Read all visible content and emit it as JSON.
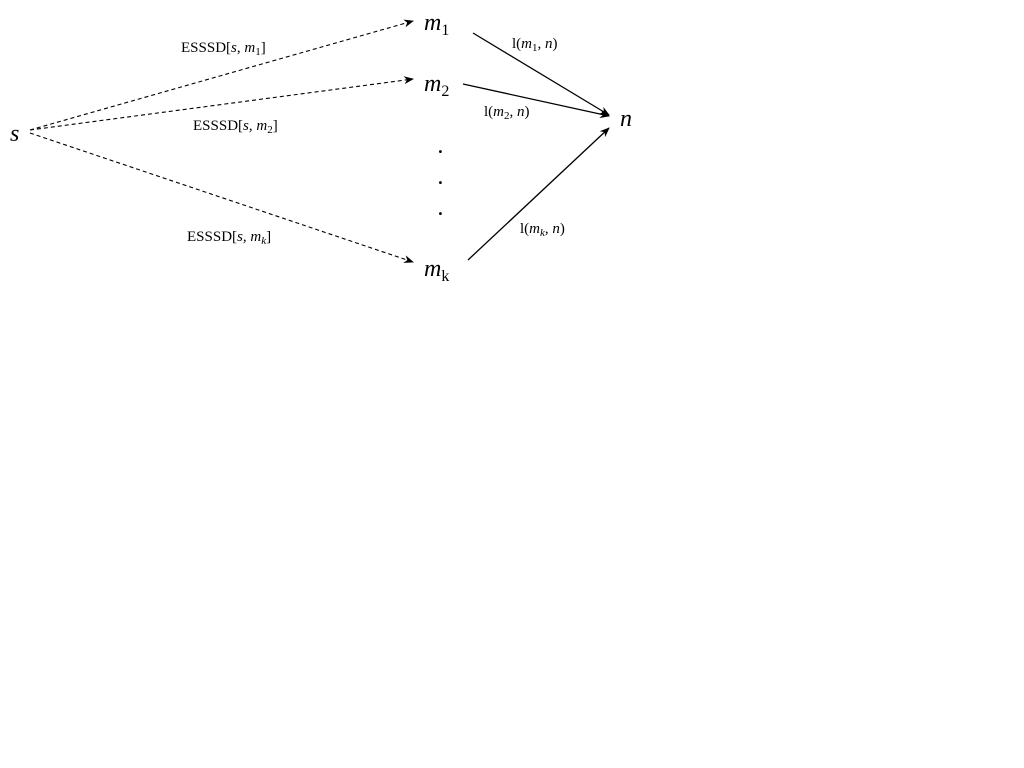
{
  "nodes": {
    "source": {
      "main": "s"
    },
    "m1": {
      "main": "m",
      "sub": "1"
    },
    "m2": {
      "main": "m",
      "sub": "2"
    },
    "mk": {
      "main": "m",
      "sub": "k"
    },
    "target": {
      "main": "n"
    }
  },
  "edge_labels": {
    "s_m1": {
      "func": "ESSSD[",
      "arg1": "s",
      "sep": ", ",
      "arg2": "m",
      "arg2_sub": "1",
      "close": "]"
    },
    "s_m2": {
      "func": "ESSSD[",
      "arg1": "s",
      "sep": ", ",
      "arg2": "m",
      "arg2_sub": "2",
      "close": "]"
    },
    "s_mk": {
      "func": "ESSSD[",
      "arg1": "s",
      "sep": ", ",
      "arg2": "m",
      "arg2_sub": "k",
      "close": "]"
    },
    "m1_n": {
      "func": "l(",
      "arg1": "m",
      "arg1_sub": "1",
      "sep": ", ",
      "arg2": "n",
      "close": ")"
    },
    "m2_n": {
      "func": "l(",
      "arg1": "m",
      "arg1_sub": "2",
      "sep": ", ",
      "arg2": "n",
      "close": ")"
    },
    "mk_n": {
      "func": "l(",
      "arg1": "m",
      "arg1_sub": "k",
      "sep": ", ",
      "arg2": "n",
      "close": ")"
    }
  },
  "ellipsis": ".",
  "colors": {
    "stroke": "#000000",
    "background": "#ffffff"
  }
}
